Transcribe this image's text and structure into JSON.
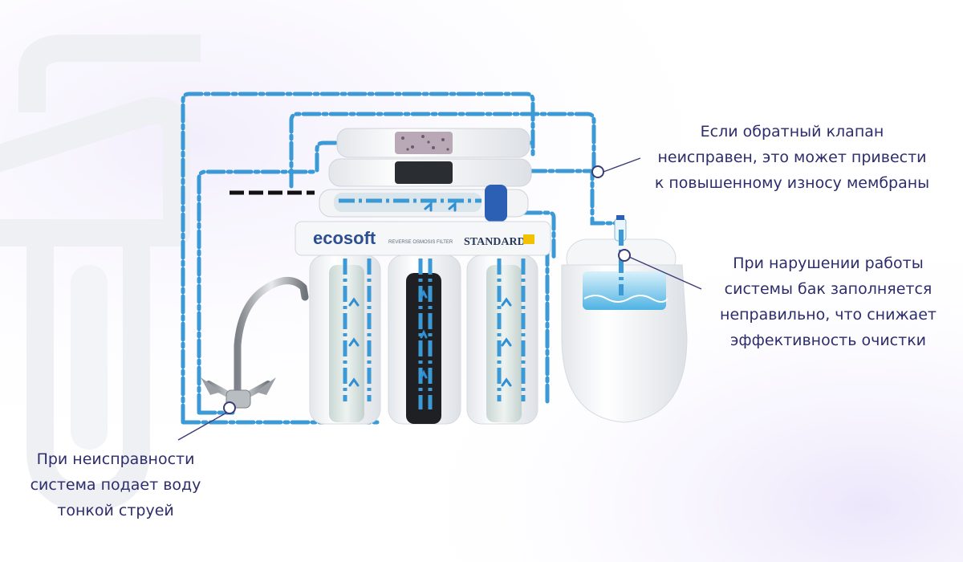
{
  "brand": {
    "logo_text": "ecosoft",
    "panel_caption": "REVERSE OSMOSIS FILTER",
    "model": "STANDARD"
  },
  "callouts": {
    "check_valve": {
      "lines": [
        "Если обратный клапан",
        "неисправен, это может привести",
        "к повышенному износу мембраны"
      ]
    },
    "tank": {
      "lines": [
        "При нарушении работы",
        "системы бак заполняется",
        "неправильно, что снижает",
        "эффективность очистки"
      ]
    },
    "faucet": {
      "lines": [
        "При неисправности",
        "система подает воду",
        "тонкой струей"
      ]
    }
  },
  "colors": {
    "text": "#2e2d6b",
    "pipe": "#3b9ad6",
    "pointer": "#3a3a78",
    "housing": "#eef0f3",
    "bg_icon": "#eceef2",
    "water": "#8fd0ec"
  },
  "icons": [
    "faucet-icon",
    "background-faucet-icon",
    "background-glass-icon"
  ]
}
